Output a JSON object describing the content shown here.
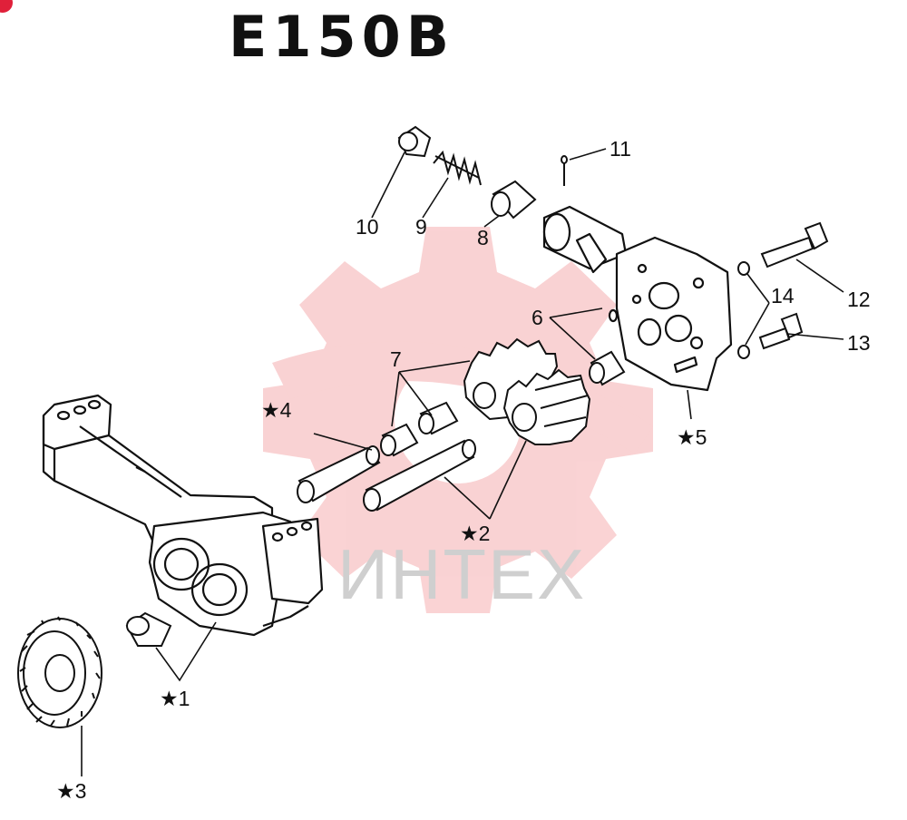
{
  "title": "E150B",
  "watermark": {
    "text": "ИНТЕХ",
    "color": "#e8353a"
  },
  "labels": {
    "p1": "★1",
    "p2": "★2",
    "p3": "★3",
    "p4": "★4",
    "p5": "★5",
    "p6": "6",
    "p7": "7",
    "p8": "8",
    "p9": "9",
    "p10": "10",
    "p11": "11",
    "p12": "12",
    "p13": "13",
    "p14": "14"
  }
}
